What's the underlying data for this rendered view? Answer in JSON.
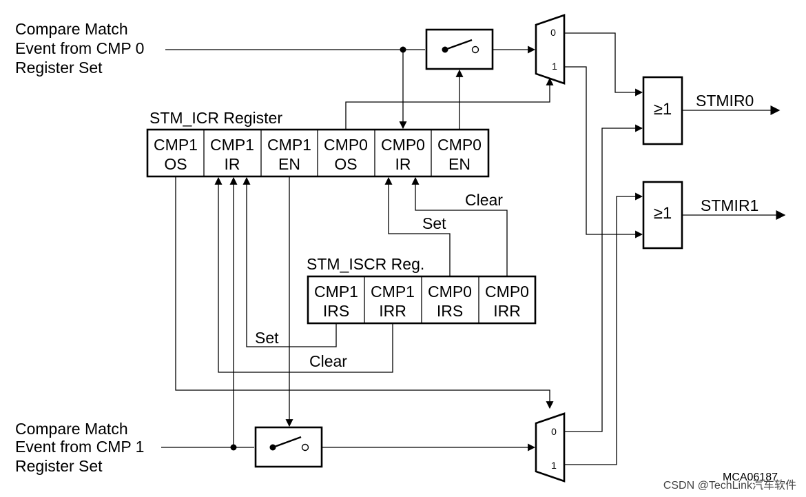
{
  "inputs": {
    "cmp0": [
      "Compare Match",
      "Event from CMP 0",
      "Register Set"
    ],
    "cmp1": [
      "Compare Match",
      "Event from CMP 1",
      "Register Set"
    ]
  },
  "icr": {
    "title": "STM_ICR Register",
    "cells": [
      [
        "CMP1",
        "OS"
      ],
      [
        "CMP1",
        "IR"
      ],
      [
        "CMP1",
        "EN"
      ],
      [
        "CMP0",
        "OS"
      ],
      [
        "CMP0",
        "IR"
      ],
      [
        "CMP0",
        "EN"
      ]
    ]
  },
  "iscr": {
    "title": "STM_ISCR Reg.",
    "cells": [
      [
        "CMP1",
        "IRS"
      ],
      [
        "CMP1",
        "IRR"
      ],
      [
        "CMP0",
        "IRS"
      ],
      [
        "CMP0",
        "IRR"
      ]
    ]
  },
  "mux": {
    "in0": "0",
    "in1": "1"
  },
  "gates": {
    "symbol": "≥1"
  },
  "outputs": {
    "out0": "STMIR0",
    "out1": "STMIR1"
  },
  "wire_labels": {
    "set": "Set",
    "clear": "Clear"
  },
  "figure_id": "MCA06187",
  "watermark": "CSDN @TechLink汽车软件"
}
